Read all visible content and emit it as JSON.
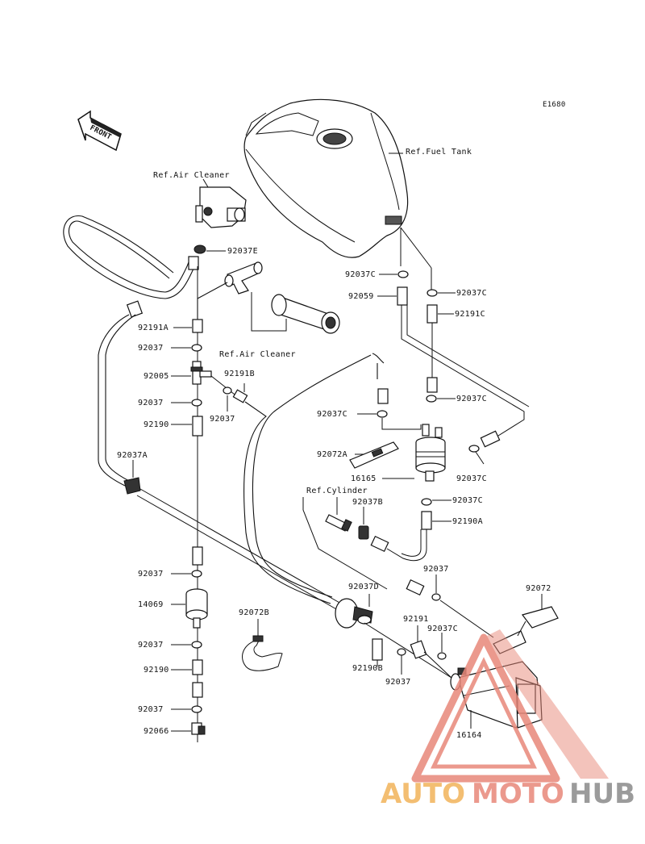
{
  "diagram_code": "E1680",
  "front_label": "FRONT",
  "refs": {
    "fuel_tank": "Ref.Fuel Tank",
    "air_cleaner_top": "Ref.Air Cleaner",
    "air_cleaner_mid": "Ref.Air Cleaner",
    "cylinder": "Ref.Cylinder"
  },
  "parts": {
    "p92037E": "92037E",
    "p92037C_a": "92037C",
    "p92037C_b": "92037C",
    "p92059": "92059",
    "p92191C": "92191C",
    "p92191A": "92191A",
    "p92037_a": "92037",
    "p92005": "92005",
    "p92191B": "92191B",
    "p92037_b": "92037",
    "p92037_c": "92037",
    "p92190": "92190",
    "p92037C_c": "92037C",
    "p92037C_d": "92037C",
    "p92072A": "92072A",
    "p16165": "16165",
    "p92037C_e": "92037C",
    "p92037A": "92037A",
    "p92037B": "92037B",
    "p92037C_f": "92037C",
    "p92190A": "92190A",
    "p92037_d": "92037",
    "p92037_e": "92037",
    "p92037D": "92037D",
    "p92072": "92072",
    "p14069": "14069",
    "p92072B": "92072B",
    "p92191": "92191",
    "p92037C_g": "92037C",
    "p92037_f": "92037",
    "p92190B": "92190B",
    "p92190_b": "92190",
    "p92037_g": "92037",
    "p92037_h": "92037",
    "p16164": "16164",
    "p92066": "92066"
  },
  "watermark": {
    "auto": "AUTO",
    "moto": "MOTO",
    "hub": "HUB"
  },
  "colors": {
    "line": "#111111",
    "watermark_red": "#e8887a",
    "watermark_orange": "#f2b35a",
    "watermark_grey": "#8a8a8a"
  }
}
